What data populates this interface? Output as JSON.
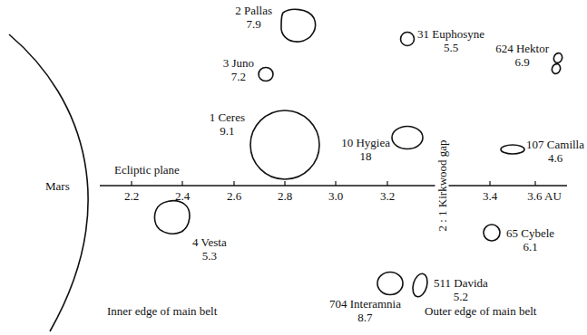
{
  "diagram": {
    "labels": [
      "Mars",
      "Ecliptic plane",
      "2.2",
      "2.4",
      "2.6",
      "2.8",
      "3.0",
      "3.2",
      "3.4",
      "3.6 AU",
      "2 : 1 Kirkwood gap",
      "2 Pallas",
      "7.9",
      "31 Euphosyne",
      "5.5",
      "624 Hektor",
      "6.9",
      "3 Juno",
      "7.2",
      "1 Ceres",
      "9.1",
      "10 Hygiea",
      "18",
      "107 Camilla",
      "4.6",
      "4 Vesta",
      "5.3",
      "65 Cybele",
      "6.1",
      "704 Interamnia",
      "8.7",
      "511 Davida",
      "5.2",
      "Inner edge of main belt",
      "Outer edge of main belt"
    ]
  }
}
